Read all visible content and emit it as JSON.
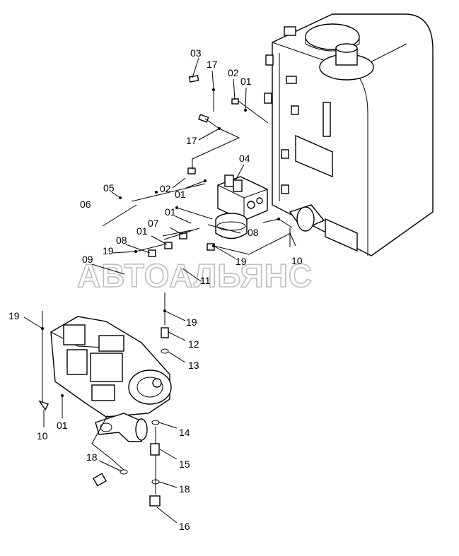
{
  "watermark": "АВТОАЛЬЯНС",
  "callouts": [
    "03",
    "17",
    "02",
    "01",
    "17",
    "04",
    "05",
    "02",
    "01",
    "06",
    "01",
    "07",
    "08",
    "01",
    "08",
    "19",
    "09",
    "19",
    "10",
    "11",
    "19",
    "19",
    "12",
    "13",
    "10",
    "01",
    "14",
    "15",
    "18",
    "18",
    "16"
  ]
}
